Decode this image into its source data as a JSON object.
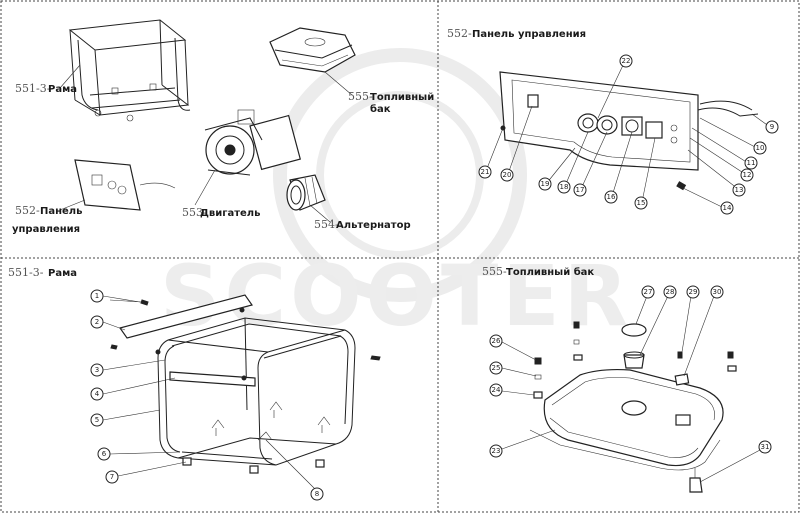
{
  "watermark": "SCOOTER",
  "overview": {
    "frame": {
      "code": "551-3-",
      "label": "Рама"
    },
    "fuel_tank": {
      "code": "555-",
      "label_line1": "Топливный",
      "label_line2": "бак"
    },
    "engine": {
      "code": "553-",
      "label": "Двигатель"
    },
    "alternator": {
      "code": "554-",
      "label": "Альтернатор"
    },
    "panel": {
      "code": "552-",
      "label_line1": "Панель",
      "label_line2": "управления"
    }
  },
  "panel_detail": {
    "code": "552-",
    "title": "Панель управления",
    "callouts": [
      "9",
      "10",
      "11",
      "12",
      "13",
      "14",
      "15",
      "16",
      "17",
      "18",
      "19",
      "20",
      "21",
      "22"
    ]
  },
  "frame_detail": {
    "code": "551-3-",
    "title": "Рама",
    "callouts": [
      "1",
      "2",
      "3",
      "4",
      "5",
      "6",
      "7",
      "8"
    ]
  },
  "tank_detail": {
    "code": "555-",
    "title": "Топливный бак",
    "callouts": [
      "23",
      "24",
      "25",
      "26",
      "27",
      "28",
      "29",
      "30",
      "31"
    ]
  }
}
